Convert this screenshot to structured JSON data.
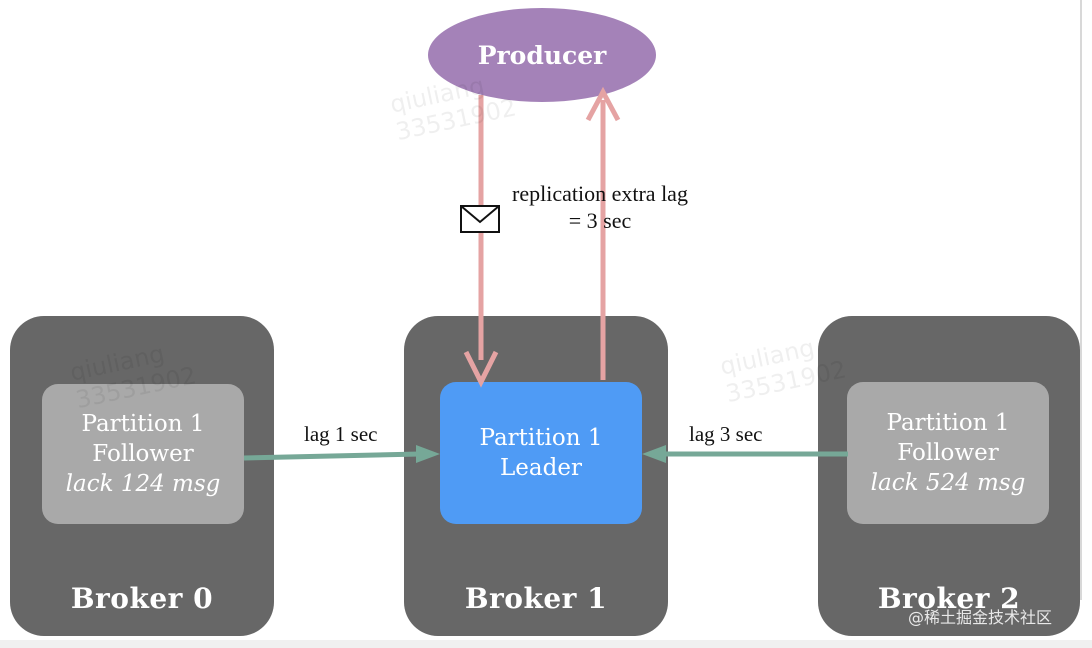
{
  "producer": {
    "label": "Producer"
  },
  "replication": {
    "line1": "replication extra lag",
    "line2": "= 3 sec"
  },
  "brokers": [
    {
      "label": "Broker 0",
      "partition": {
        "line1": "Partition 1",
        "line2": "Follower",
        "line3": "lack 124 msg"
      }
    },
    {
      "label": "Broker 1",
      "partition": {
        "line1": "Partition 1",
        "line2": "Leader"
      }
    },
    {
      "label": "Broker 2",
      "partition": {
        "line1": "Partition 1",
        "line2": "Follower",
        "line3": "lack 524 msg"
      }
    }
  ],
  "lags": {
    "left": "lag 1 sec",
    "right": "lag 3 sec"
  },
  "watermark": {
    "name": "qiuliang",
    "number": "33531902"
  },
  "credit": "@稀土掘金技术社区",
  "colors": {
    "broker": "#676767",
    "follower": "#a9a9a9",
    "leader": "#4f9bf5",
    "producer": "#a482b8",
    "producer_arrow": "#e5a3a3",
    "lag_arrow": "#76a897"
  },
  "icons": {
    "message": "envelope-icon"
  }
}
